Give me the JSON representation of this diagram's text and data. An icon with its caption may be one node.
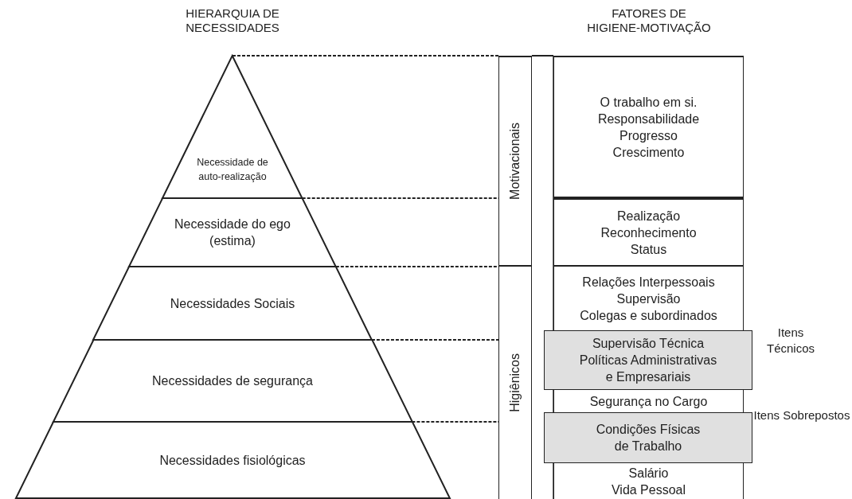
{
  "diagram": {
    "nodes": [
      {
        "text": [
          "Necessidade de auto-realização"
        ]
      },
      {
        "text": [
          "Necessidade do ego (estima)"
        ]
      },
      {
        "text": [
          "Necessidades Sociais"
        ]
      },
      {
        "text": [
          "Necessidades de segurança"
        ]
      },
      {
        "text": [
          "Necessidades fisiológicas"
        ]
      },
      {
        "text": [
          "Motivacionais"
        ]
      },
      {
        "text": [
          "Higiênicos"
        ]
      },
      {
        "text": [
          "O trabalho em si.",
          "Responsabilidade",
          "Progresso",
          "Crescimento"
        ]
      },
      {
        "text": [
          "Realização",
          "Reconhecimento",
          "Status"
        ]
      },
      {
        "text": [
          "Relações Interpessoais",
          "Supervisão",
          "Colegas e subordinados"
        ]
      },
      {
        "text": [
          "Supervisão Técnica",
          "Políticas Administrativas e Empresariais"
        ],
        "beside": [
          "Itens Técnicos"
        ]
      },
      {
        "text": [
          "Segurança no Cargo"
        ]
      },
      {
        "text": [
          "Condições Físicas de Trabalho"
        ],
        "beside": [
          "Itens Sobrepostos"
        ]
      },
      {
        "text": [
          "Salário",
          "Vida Pessoal"
        ]
      }
    ],
    "edges": [
      {
        "from": 0,
        "to": 5,
        "arrow": "none",
        "style": "dashed"
      },
      {
        "from": 1,
        "to": 5,
        "arrow": "none",
        "style": "dashed"
      },
      {
        "from": 2,
        "to": 6,
        "arrow": "none",
        "style": "dashed"
      },
      {
        "from": 3,
        "to": 6,
        "arrow": "none",
        "style": "dashed"
      },
      {
        "from": 4,
        "to": 6,
        "arrow": "none",
        "style": "dashed"
      }
    ],
    "labels": [
      "HIERARQUIA DE NECESSIDADES",
      "FATORES DE HIGIENE-MOTIVAÇÃO"
    ]
  }
}
